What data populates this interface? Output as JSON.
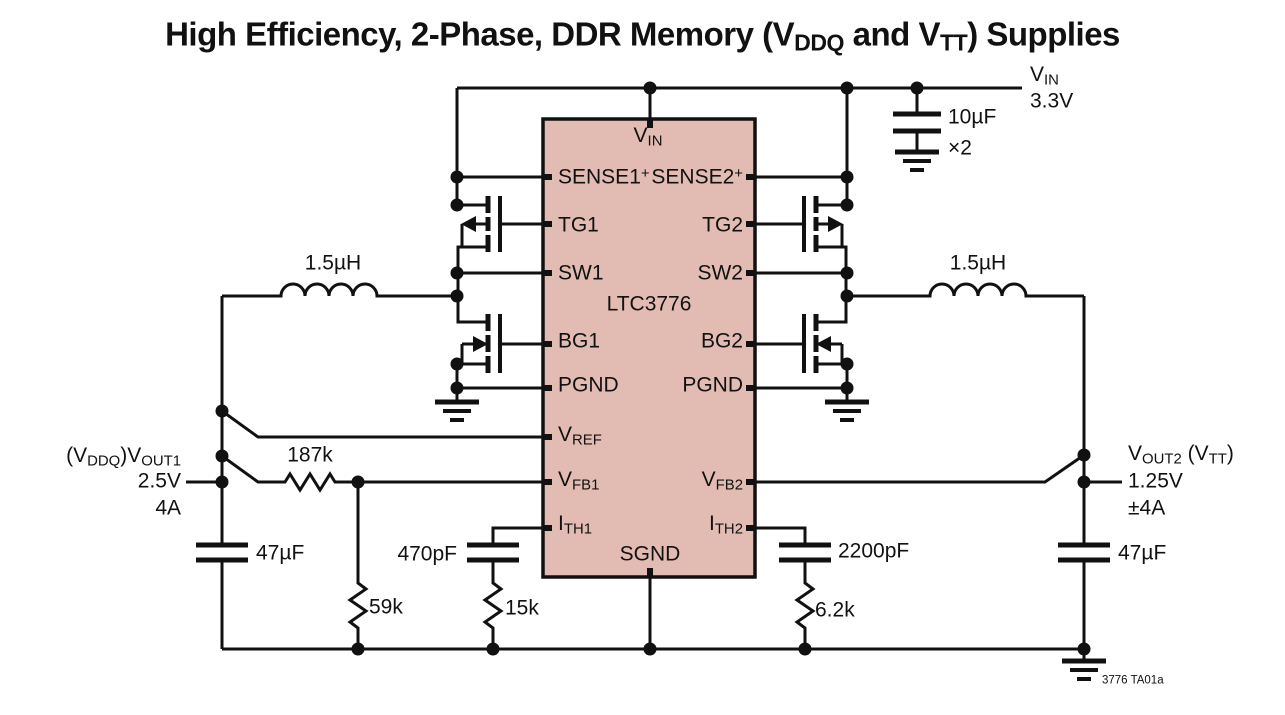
{
  "title": {
    "t1": "High Efficiency, 2-Phase, DDR Memory (V",
    "s1": "DDQ",
    "t2": " and V",
    "s2": "TT",
    "t3": ") Supplies"
  },
  "ic": {
    "name": "LTC3776",
    "pins": {
      "vin": {
        "t": "V",
        "s": "IN"
      },
      "sense1": {
        "t": "SENSE1",
        "sup": "+"
      },
      "sense2": {
        "t": "SENSE2",
        "sup": "+"
      },
      "tg1": "TG1",
      "tg2": "TG2",
      "sw1": "SW1",
      "sw2": "SW2",
      "bg1": "BG1",
      "bg2": "BG2",
      "pgnd1": "PGND",
      "pgnd2": "PGND",
      "vref": {
        "t": "V",
        "s": "REF"
      },
      "vfb1": {
        "t": "V",
        "s": "FB1"
      },
      "vfb2": {
        "t": "V",
        "s": "FB2"
      },
      "ith1": {
        "t": "I",
        "s": "TH1"
      },
      "ith2": {
        "t": "I",
        "s": "TH2"
      },
      "sgnd": "SGND"
    }
  },
  "input": {
    "rail": {
      "t": "V",
      "s": "IN"
    },
    "voltage": "3.3V",
    "cap_value": "10µF",
    "cap_qty": "×2"
  },
  "inductor_left": "1.5µH",
  "inductor_right": "1.5µH",
  "out1": {
    "p1": "(V",
    "p1s": "DDQ",
    "p2": ")V",
    "p2s": "OUT1",
    "voltage": "2.5V",
    "current": "4A",
    "cap": "47µF",
    "r_feedback": "187k",
    "r_divider": "59k"
  },
  "out2": {
    "p1": "V",
    "p1s": "OUT2",
    "p2": " (V",
    "p2s": "TT",
    "p3": ")",
    "voltage": "1.25V",
    "current": "±4A",
    "cap": "47µF"
  },
  "compensation": {
    "c_ith1": "470pF",
    "r_ith1": "15k",
    "c_ith2": "2200pF",
    "r_ith2": "6.2k"
  },
  "footer": "3776 TA01a"
}
